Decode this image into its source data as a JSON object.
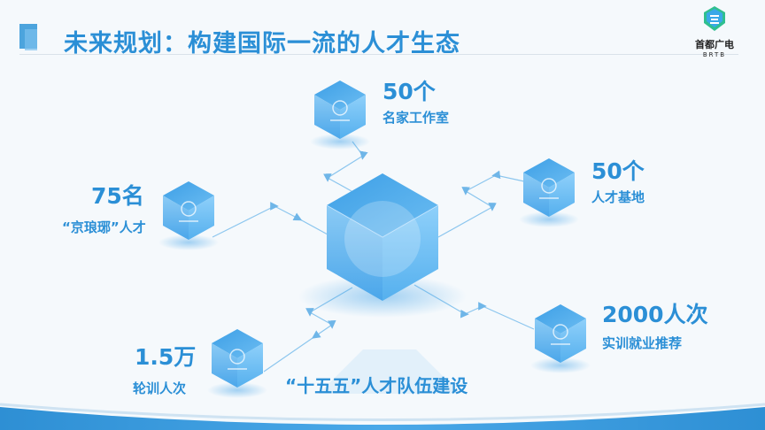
{
  "title": "未来规划：构建国际一流的人才生态",
  "logo": {
    "name": "首都广电",
    "sub": "BRTB"
  },
  "items": [
    {
      "value": "50个",
      "label": "名家工作室",
      "icon": "house-star-icon"
    },
    {
      "value": "50个",
      "label": "人才基地",
      "icon": "person-check-icon"
    },
    {
      "value": "75名",
      "label": "“京琅琊”人才",
      "icon": "person-icon"
    },
    {
      "value": "2000人次",
      "label": "实训就业推荐",
      "icon": "gear-icon"
    },
    {
      "value": "1.5万",
      "label": "轮训人次",
      "icon": "yuan-hand-icon"
    }
  ],
  "caption": "“十五五”人才队伍建设",
  "colors": {
    "accent": "#2b8fd6",
    "cube": "#5fb3ee",
    "band": "#2e8fd4"
  }
}
